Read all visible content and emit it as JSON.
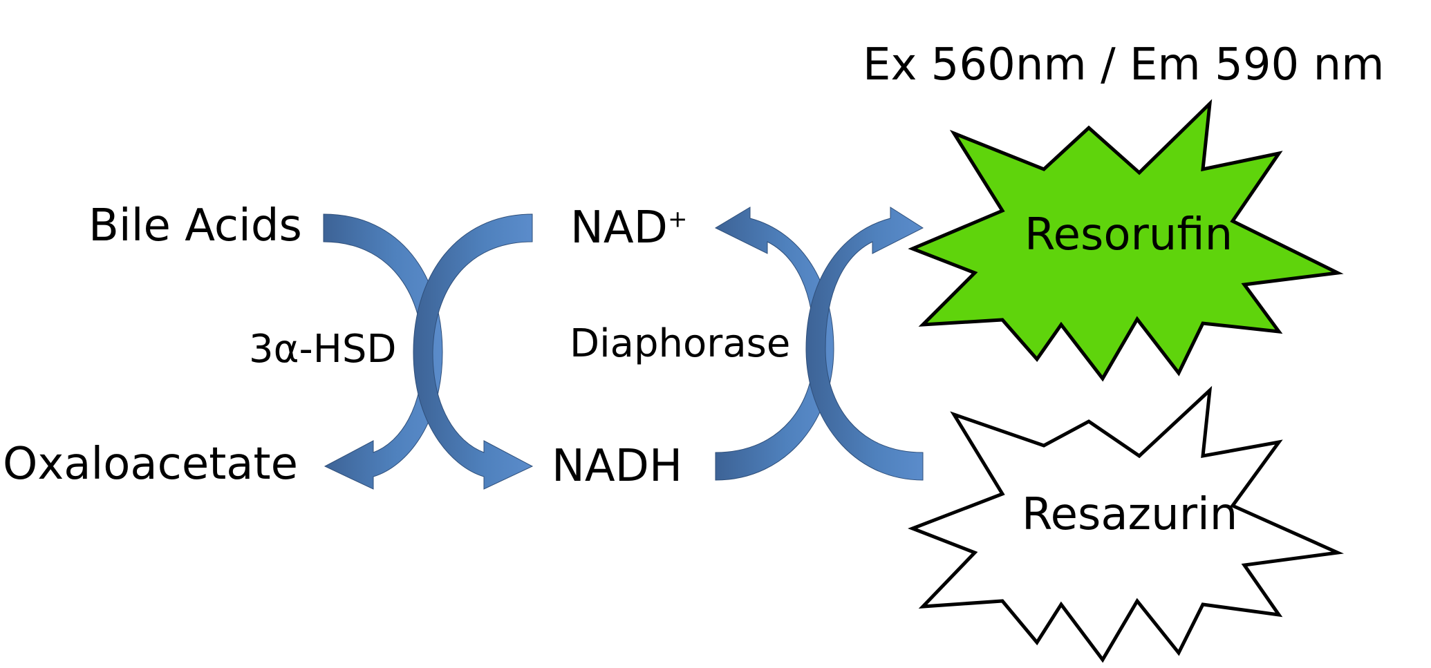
{
  "wavelength_label": "Ex 560nm / Em 590 nm",
  "substrates": {
    "bile_acids": "Bile Acids",
    "oxaloacetate": "Oxaloacetate",
    "nad_plus_base": "NAD",
    "nad_plus_sup": "+",
    "nadh": "NADH"
  },
  "enzymes": {
    "hsd": "3α-HSD",
    "diaphorase": "Diaphorase"
  },
  "products": {
    "resorufin": "Resorufin",
    "resazurin": "Resazurin"
  },
  "colors": {
    "arrow_blue": "#4f81bd",
    "arrow_dark": "#3d6396",
    "resorufin_fill": "#5fd40c",
    "resazurin_fill": "#ffffff",
    "outline": "#000000"
  }
}
